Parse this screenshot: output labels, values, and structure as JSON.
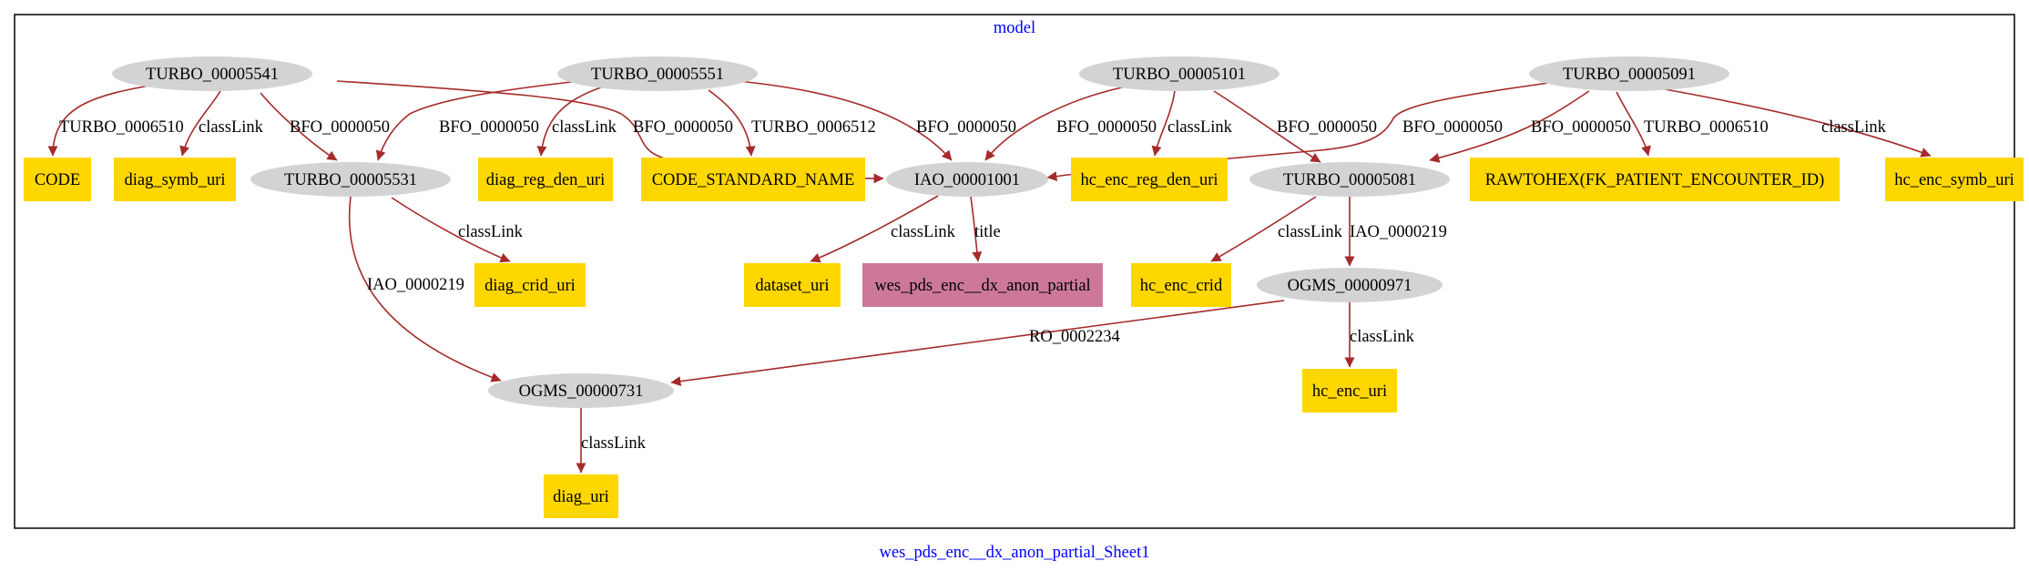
{
  "diagram": {
    "cluster_label": "model",
    "caption": "wes_pds_enc__dx_anon_partial_Sheet1",
    "colors": {
      "class_node": "#d3d3d3",
      "literal_node": "#ffd700",
      "title_node": "#cd7899",
      "edge": "#a52a2a",
      "title_text": "#0000ff",
      "border": "#000000"
    },
    "nodes": [
      {
        "id": "n5541",
        "label": "TURBO_00005541",
        "kind": "class"
      },
      {
        "id": "n5551",
        "label": "TURBO_00005551",
        "kind": "class"
      },
      {
        "id": "n5101",
        "label": "TURBO_00005101",
        "kind": "class"
      },
      {
        "id": "n5091",
        "label": "TURBO_00005091",
        "kind": "class"
      },
      {
        "id": "nCODE",
        "label": "CODE",
        "kind": "literal"
      },
      {
        "id": "nDiagSymb",
        "label": "diag_symb_uri",
        "kind": "literal"
      },
      {
        "id": "n5531",
        "label": "TURBO_00005531",
        "kind": "class"
      },
      {
        "id": "nDiagRegDen",
        "label": "diag_reg_den_uri",
        "kind": "literal"
      },
      {
        "id": "nCodeStd",
        "label": "CODE_STANDARD_NAME",
        "kind": "literal"
      },
      {
        "id": "nIAO1001",
        "label": "IAO_00001001",
        "kind": "class"
      },
      {
        "id": "nHcEncRegDen",
        "label": "hc_enc_reg_den_uri",
        "kind": "literal"
      },
      {
        "id": "n5081",
        "label": "TURBO_00005081",
        "kind": "class"
      },
      {
        "id": "nRawToHex",
        "label": "RAWTOHEX(FK_PATIENT_ENCOUNTER_ID)",
        "kind": "literal"
      },
      {
        "id": "nHcEncSymb",
        "label": "hc_enc_symb_uri",
        "kind": "literal"
      },
      {
        "id": "nDiagCrid",
        "label": "diag_crid_uri",
        "kind": "literal"
      },
      {
        "id": "nDataset",
        "label": "dataset_uri",
        "kind": "literal"
      },
      {
        "id": "nWesTitle",
        "label": "wes_pds_enc__dx_anon_partial",
        "kind": "title"
      },
      {
        "id": "nHcEncCrid",
        "label": "hc_enc_crid",
        "kind": "literal"
      },
      {
        "id": "nOGMS971",
        "label": "OGMS_00000971",
        "kind": "class"
      },
      {
        "id": "nOGMS731",
        "label": "OGMS_00000731",
        "kind": "class"
      },
      {
        "id": "nHcEncUri",
        "label": "hc_enc_uri",
        "kind": "literal"
      },
      {
        "id": "nDiagUri",
        "label": "diag_uri",
        "kind": "literal"
      }
    ],
    "edges": [
      {
        "from": "n5541",
        "to": "nCODE",
        "label": "TURBO_0006510"
      },
      {
        "from": "n5541",
        "to": "nDiagSymb",
        "label": "classLink"
      },
      {
        "from": "n5541",
        "to": "n5531",
        "label": "BFO_0000050"
      },
      {
        "from": "n5541",
        "to": "nIAO1001",
        "label": "BFO_0000050"
      },
      {
        "from": "n5551",
        "to": "n5531",
        "label": "BFO_0000050"
      },
      {
        "from": "n5551",
        "to": "nDiagRegDen",
        "label": "classLink"
      },
      {
        "from": "n5551",
        "to": "nCodeStd",
        "label": "TURBO_0006512"
      },
      {
        "from": "n5551",
        "to": "nIAO1001",
        "label": "BFO_0000050"
      },
      {
        "from": "n5101",
        "to": "nIAO1001",
        "label": "BFO_0000050"
      },
      {
        "from": "n5101",
        "to": "nHcEncRegDen",
        "label": "classLink"
      },
      {
        "from": "n5101",
        "to": "n5081",
        "label": "BFO_0000050"
      },
      {
        "from": "n5091",
        "to": "nIAO1001",
        "label": "BFO_0000050"
      },
      {
        "from": "n5091",
        "to": "n5081",
        "label": "BFO_0000050"
      },
      {
        "from": "n5091",
        "to": "nRawToHex",
        "label": "TURBO_0006510"
      },
      {
        "from": "n5091",
        "to": "nHcEncSymb",
        "label": "classLink"
      },
      {
        "from": "n5531",
        "to": "nDiagCrid",
        "label": "classLink"
      },
      {
        "from": "n5531",
        "to": "nOGMS731",
        "label": "IAO_0000219"
      },
      {
        "from": "nIAO1001",
        "to": "nDataset",
        "label": "classLink"
      },
      {
        "from": "nIAO1001",
        "to": "nWesTitle",
        "label": "title"
      },
      {
        "from": "n5081",
        "to": "nHcEncCrid",
        "label": "classLink"
      },
      {
        "from": "n5081",
        "to": "nOGMS971",
        "label": "IAO_0000219"
      },
      {
        "from": "nOGMS971",
        "to": "nOGMS731",
        "label": "RO_0002234"
      },
      {
        "from": "nOGMS971",
        "to": "nHcEncUri",
        "label": "classLink"
      },
      {
        "from": "nOGMS731",
        "to": "nDiagUri",
        "label": "classLink"
      }
    ]
  }
}
